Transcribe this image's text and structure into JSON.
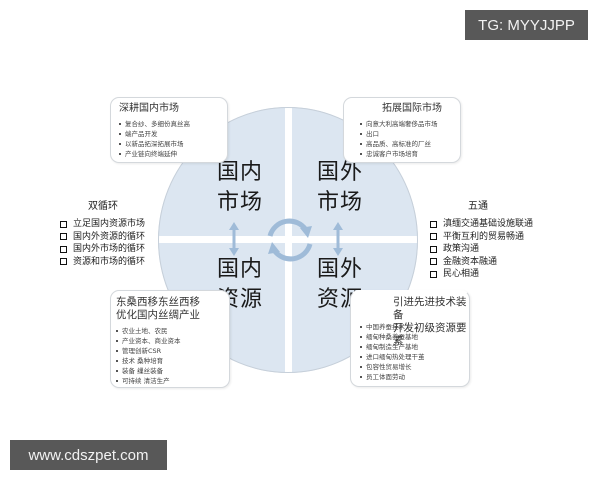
{
  "watermarks": {
    "top_right": "TG: MYYJJPP",
    "bottom_left": "www.cdszpet.com"
  },
  "colors": {
    "quadrant_fill": "#dce6f1",
    "arrow": "#9fbbd8",
    "badge_bg": "#585858"
  },
  "circle": {
    "quadrants": [
      {
        "id": "top-left",
        "line1": "国内",
        "line2": "市场"
      },
      {
        "id": "top-right",
        "line1": "国外",
        "line2": "市场"
      },
      {
        "id": "bottom-left",
        "line1": "国内",
        "line2": "资源"
      },
      {
        "id": "bottom-right",
        "line1": "国外",
        "line2": "资源"
      }
    ],
    "center_icon": "circular-cycle-arrows",
    "side_icons": [
      "double-arrow-vertical-left",
      "double-arrow-vertical-right"
    ]
  },
  "boxes": {
    "top_left": {
      "title": "深耕国内市场",
      "items": [
        "复合纱、多细份真丝高",
        "端产品开发",
        "以新品拓深拓展市场",
        "产业链向终端延伸"
      ]
    },
    "top_right": {
      "title": "拓展国际市场",
      "items": [
        "向意大利高端奢侈品市场",
        "出口",
        "高品质、高标准的厂丝",
        "忠诚客户市场培育"
      ]
    },
    "bottom_left": {
      "title_line1": "东桑西移东丝西移",
      "title_line2": "优化国内丝绸产业",
      "items": [
        "农业土地、农民",
        "产业资本、商业资本",
        "管理创新CSR",
        "技术 桑种培育",
        "装备 缫丝装备",
        "可持续 清洁生产"
      ]
    },
    "bottom_right": {
      "title_line1": "引进先进技术装备",
      "title_line2": "开发初级资源要素",
      "items": [
        "中国养蚕技术",
        "缅甸种桑养蚕基地",
        "缅甸制造生产基地",
        "进口缅甸热处理干茧",
        "包容性贸易增长",
        "员工体面劳动"
      ]
    }
  },
  "left_list": {
    "title": "双循环",
    "items": [
      "立足国内资源市场",
      "国内外资源的循环",
      "国内外市场的循环",
      "资源和市场的循环"
    ]
  },
  "right_list": {
    "title": "五通",
    "items": [
      "滇缅交通基础设施联通",
      "平衡互利的贸易畅通",
      "政策沟通",
      "金融资本融通",
      "民心相通"
    ]
  }
}
